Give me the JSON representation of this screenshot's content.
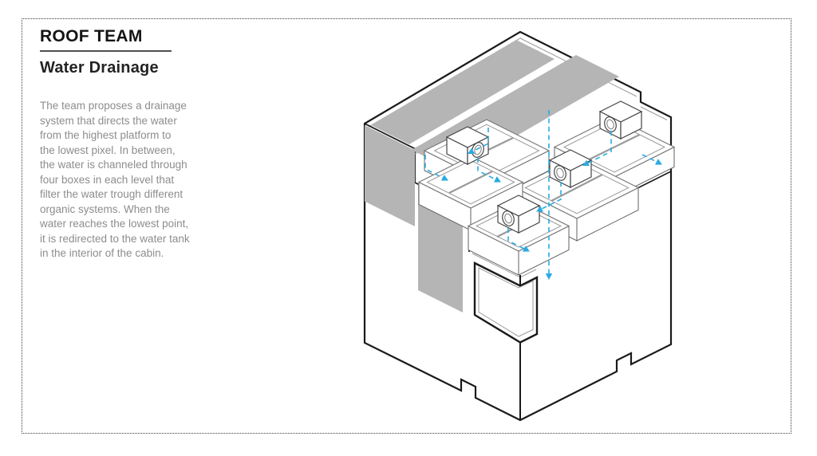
{
  "slide": {
    "title": "ROOF TEAM",
    "subtitle": "Water Drainage",
    "description": "The team proposes a drainage\nsystem that directs the water\nfrom the highest platform to\nthe lowest pixel. In between,\nthe water is channeled through\nfour boxes in each level that\nfilter the water trough different\norganic systems. When the\nwater reaches the lowest point,\nit is redirected to the water tank\nin the interior of the cabin."
  },
  "drawing": {
    "panel_gray": "#b5b5b5",
    "outline_black": "#1a1a1a",
    "detail_gray": "#9a9a9a",
    "water_blue": "#29abe2"
  }
}
